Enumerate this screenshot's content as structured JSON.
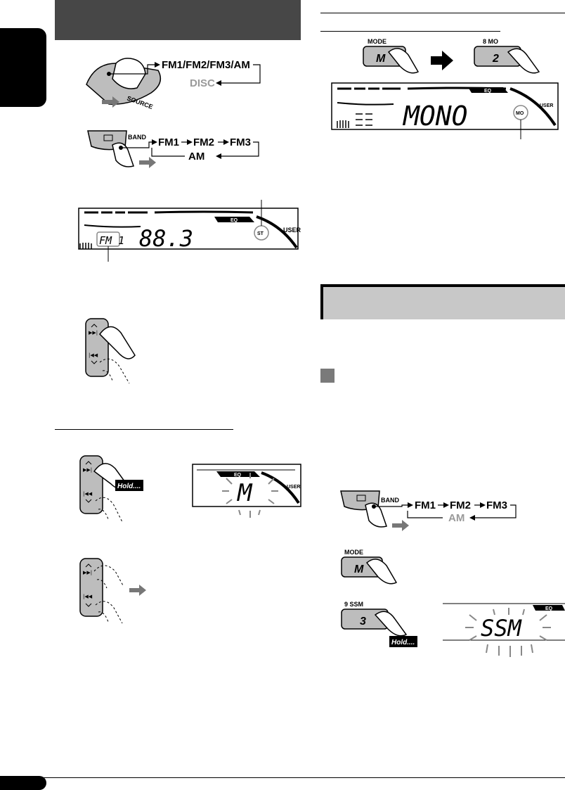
{
  "flows": {
    "source_top": "FM1/FM2/FM3/AM",
    "source_bottom": "DISC",
    "band_fm1": "FM1",
    "band_fm2": "FM2",
    "band_fm3": "FM3",
    "band_am": "AM",
    "ssm_fm1": "FM1",
    "ssm_fm2": "FM2",
    "ssm_fm3": "FM3",
    "ssm_am": "AM"
  },
  "labels": {
    "source_knob": "SOURCE",
    "band_1": "BAND",
    "band_2": "BAND",
    "mode_1": "MODE",
    "mode_1_key": "M",
    "mode_2": "MODE",
    "mode_2_key": "M",
    "preset_8": "8  MO",
    "preset_8_key": "2",
    "preset_9": "9  SSM",
    "preset_9_key": "3",
    "hold_1": "Hold....",
    "hold_2": "Hold...."
  },
  "displays": {
    "band_text": "FM 1",
    "freq_text": "88.3",
    "st_indicator": "ST",
    "mono_text": "MONO",
    "mo_indicator": "MO",
    "m_text": "M",
    "ssm_text": "SSM",
    "eq_1": "EQ",
    "eq_2": "EQ",
    "eq_3": "EQ",
    "eq_4": "EQ",
    "user_1": "USER",
    "user_2": "USER",
    "user_3": "USER"
  },
  "colors": {
    "dark_header": "#474747",
    "grey_header": "#c8c8c8",
    "grey_text": "#9a9a9a"
  }
}
